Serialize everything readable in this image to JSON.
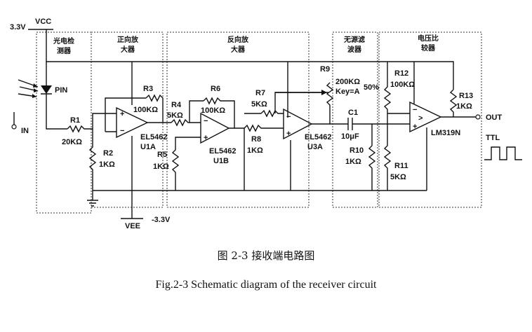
{
  "supply": {
    "pos_voltage": "3.3V",
    "vcc": "VCC",
    "vee": "VEE",
    "neg_voltage": "-3.3V"
  },
  "sections": {
    "photodetector": [
      "光电检",
      "测器"
    ],
    "noninverting_amp": [
      "正向放",
      "大器"
    ],
    "inverting_amp": [
      "反向放",
      "大器"
    ],
    "passive_filter": [
      "无源滤",
      "波器"
    ],
    "comparator": [
      "电压比",
      "较器"
    ]
  },
  "components": {
    "pin": "PIN",
    "input": "IN",
    "r1": {
      "name": "R1",
      "value": "20KΩ"
    },
    "r2": {
      "name": "R2",
      "value": "1KΩ"
    },
    "r3": {
      "name": "R3",
      "value": "100KΩ"
    },
    "u1a": {
      "part": "EL5462",
      "name": "U1A"
    },
    "r4": {
      "name": "R4",
      "value": "5KΩ"
    },
    "r5": {
      "name": "R5",
      "value": "1KΩ"
    },
    "r6": {
      "name": "R6",
      "value": "100KΩ"
    },
    "u1b": {
      "part": "EL5462",
      "name": "U1B"
    },
    "r7": {
      "name": "R7",
      "value": "5KΩ"
    },
    "r8": {
      "name": "R8",
      "value": "1KΩ"
    },
    "u3a": {
      "part": "EL5462",
      "name": "U3A"
    },
    "r9": {
      "name": "R9",
      "value": "200KΩ",
      "key": "Key=A",
      "percent": "50%"
    },
    "c1": {
      "name": "C1",
      "value": "10μF"
    },
    "r10": {
      "name": "R10",
      "value": "1KΩ"
    },
    "r11": {
      "name": "R11",
      "value": "5KΩ"
    },
    "r12": {
      "name": "R12",
      "value": "100KΩ"
    },
    "r13": {
      "name": "R13",
      "value": "1KΩ"
    },
    "lm319": "LM319N",
    "output": "OUT",
    "ttl": "TTL"
  },
  "caption": {
    "chinese": "图 2-3  接收端电路图",
    "english": "Fig.2-3 Schematic diagram of the receiver circuit"
  }
}
